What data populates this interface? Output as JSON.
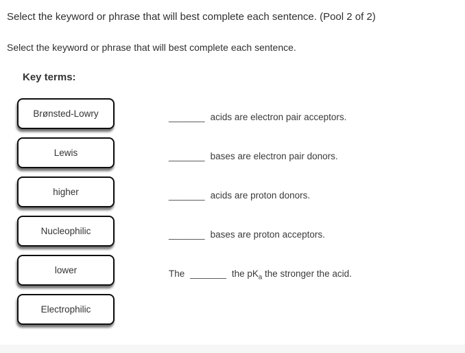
{
  "page": {
    "title": "Select the keyword or phrase that will best complete each sentence. (Pool 2 of 2)",
    "subtitle": "Select the keyword or phrase that will best complete each sentence.",
    "key_terms_label": "Key terms:"
  },
  "key_terms": [
    {
      "label": "Brønsted-Lowry"
    },
    {
      "label": "Lewis"
    },
    {
      "label": "higher"
    },
    {
      "label": "Nucleophilic"
    },
    {
      "label": "lower"
    },
    {
      "label": "Electrophilic"
    }
  ],
  "sentences": [
    {
      "blank": "_______",
      "text": "acids are electron pair acceptors."
    },
    {
      "blank": "_______",
      "text": "bases are electron pair donors."
    },
    {
      "blank": "_______",
      "text": "acids are proton donors."
    },
    {
      "blank": "_______",
      "text": "bases are proton acceptors."
    },
    {
      "pre": "The",
      "blank": "_______",
      "text1": "the pK",
      "sub": "a",
      "text2": " the stronger the acid."
    }
  ],
  "colors": {
    "term_box_border": "#0d0d0d",
    "text": "#333333",
    "footer_band": "#f6f6f6"
  }
}
